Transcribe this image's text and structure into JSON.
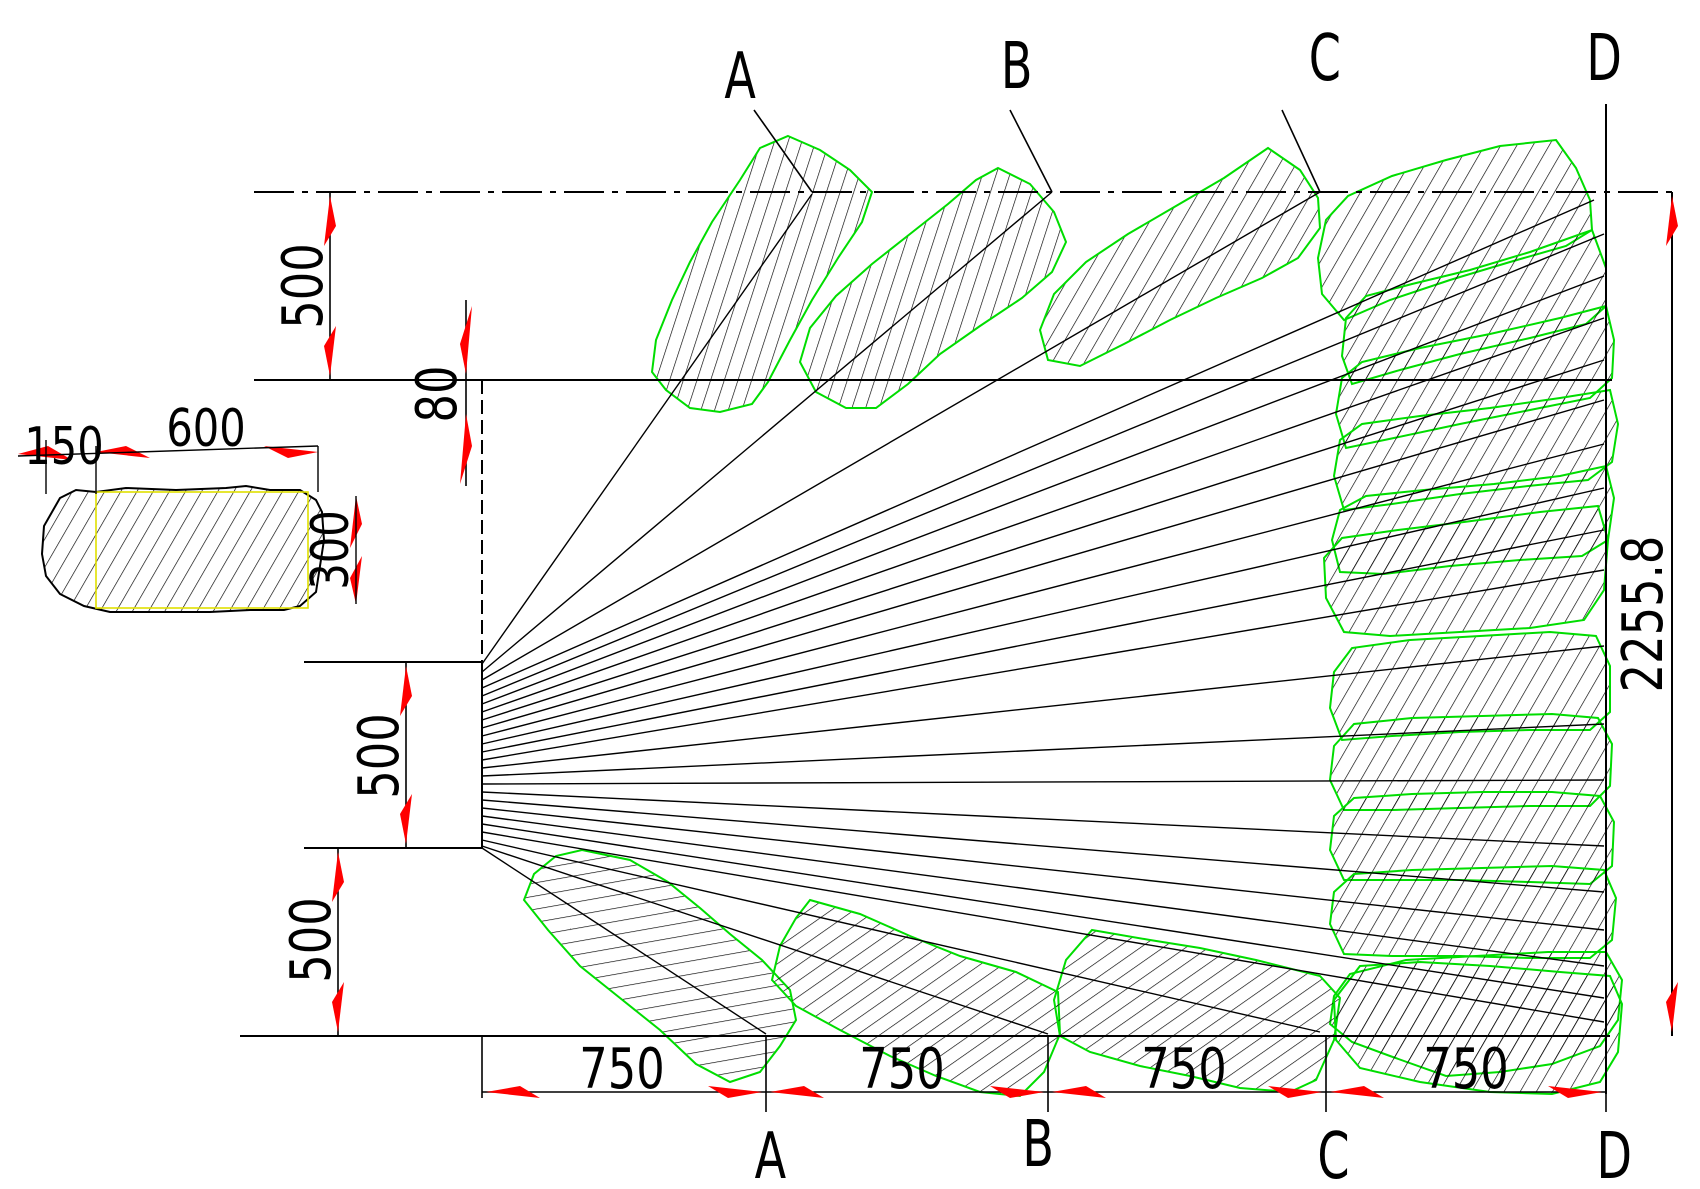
{
  "colors": {
    "line": "#000000",
    "dim_arrow": "#ff0000",
    "rock_outline": "#00dd00",
    "inset_outline": "#e0e000"
  },
  "section_labels": {
    "a_top": "A",
    "b_top": "B",
    "c_top": "C",
    "d_top": "D",
    "a_bottom": "A",
    "b_bottom": "B",
    "c_bottom": "C",
    "d_bottom": "D"
  },
  "dimensions": {
    "left_top": "500",
    "left_mid": "500",
    "left_bottom": "500",
    "clearance": "80",
    "inset_150": "150",
    "inset_600": "600",
    "inset_300": "300",
    "right_total": "2255.8",
    "bottom_1": "750",
    "bottom_2": "750",
    "bottom_3": "750",
    "bottom_4": "750"
  }
}
